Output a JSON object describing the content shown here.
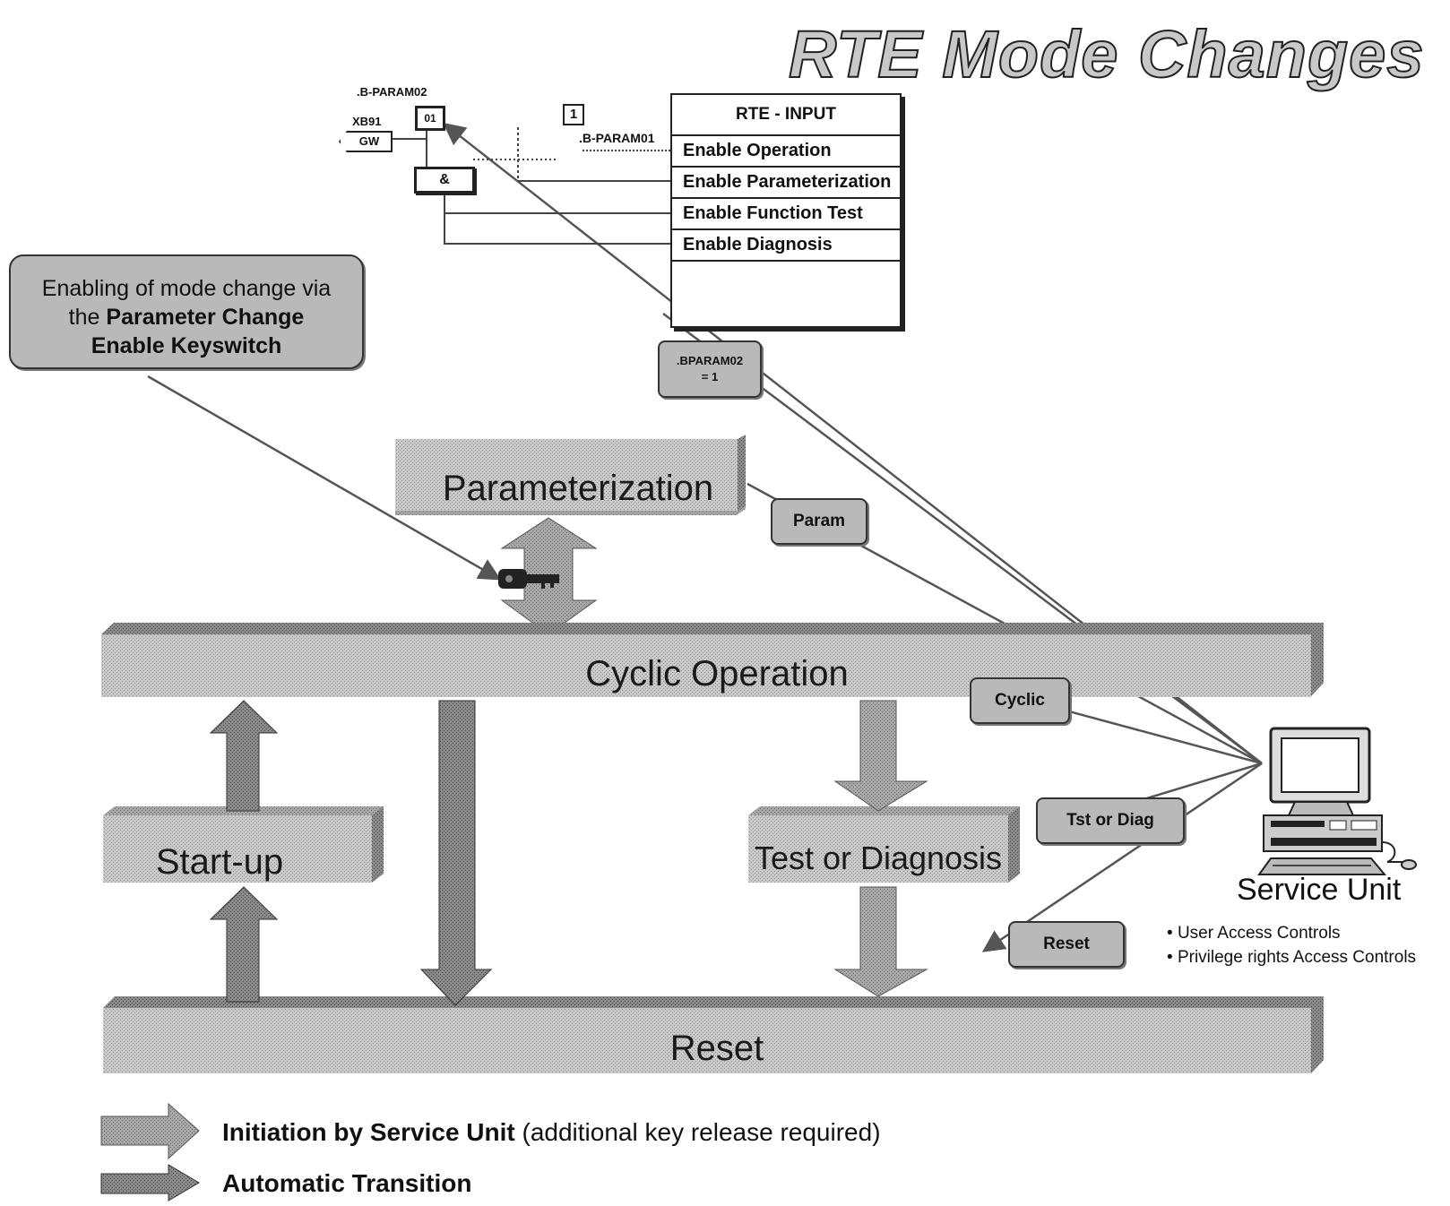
{
  "title": "RTE Mode Changes",
  "callout": {
    "line1": "Enabling of mode change via",
    "line2_prefix": "the",
    "line2_bold": "Parameter Change",
    "line3_bold": "Enable Keyswitch"
  },
  "rte_input": {
    "header": "RTE - INPUT",
    "rows": [
      "Enable Operation",
      "Enable Parameterization",
      "Enable Function Test",
      "Enable Diagnosis"
    ]
  },
  "logic": {
    "param02_label": ".B-PARAM02",
    "param02_value": "01",
    "xb_label": "XB91",
    "gw_label": "GW",
    "gate_symbol": "&",
    "param01_box": "1",
    "param01_label": ".B-PARAM01"
  },
  "bparam_box": {
    "line1": ".BPARAM02",
    "line2": "= 1"
  },
  "states": {
    "parameterization": "Parameterization",
    "cyclic": "Cyclic Operation",
    "startup": "Start-up",
    "test_diag": "Test or Diagnosis",
    "reset": "Reset"
  },
  "commands": {
    "param": "Param",
    "cyclic": "Cyclic",
    "tst_diag": "Tst or Diag",
    "reset": "Reset"
  },
  "service_unit": {
    "label": "Service Unit",
    "bullets": [
      "User Access Controls",
      "Privilege rights Access Controls"
    ]
  },
  "legend": [
    {
      "bold": "Initiation by Service Unit",
      "rest": "(additional key  release required)"
    },
    {
      "bold": "Automatic Transition",
      "rest": ""
    }
  ]
}
